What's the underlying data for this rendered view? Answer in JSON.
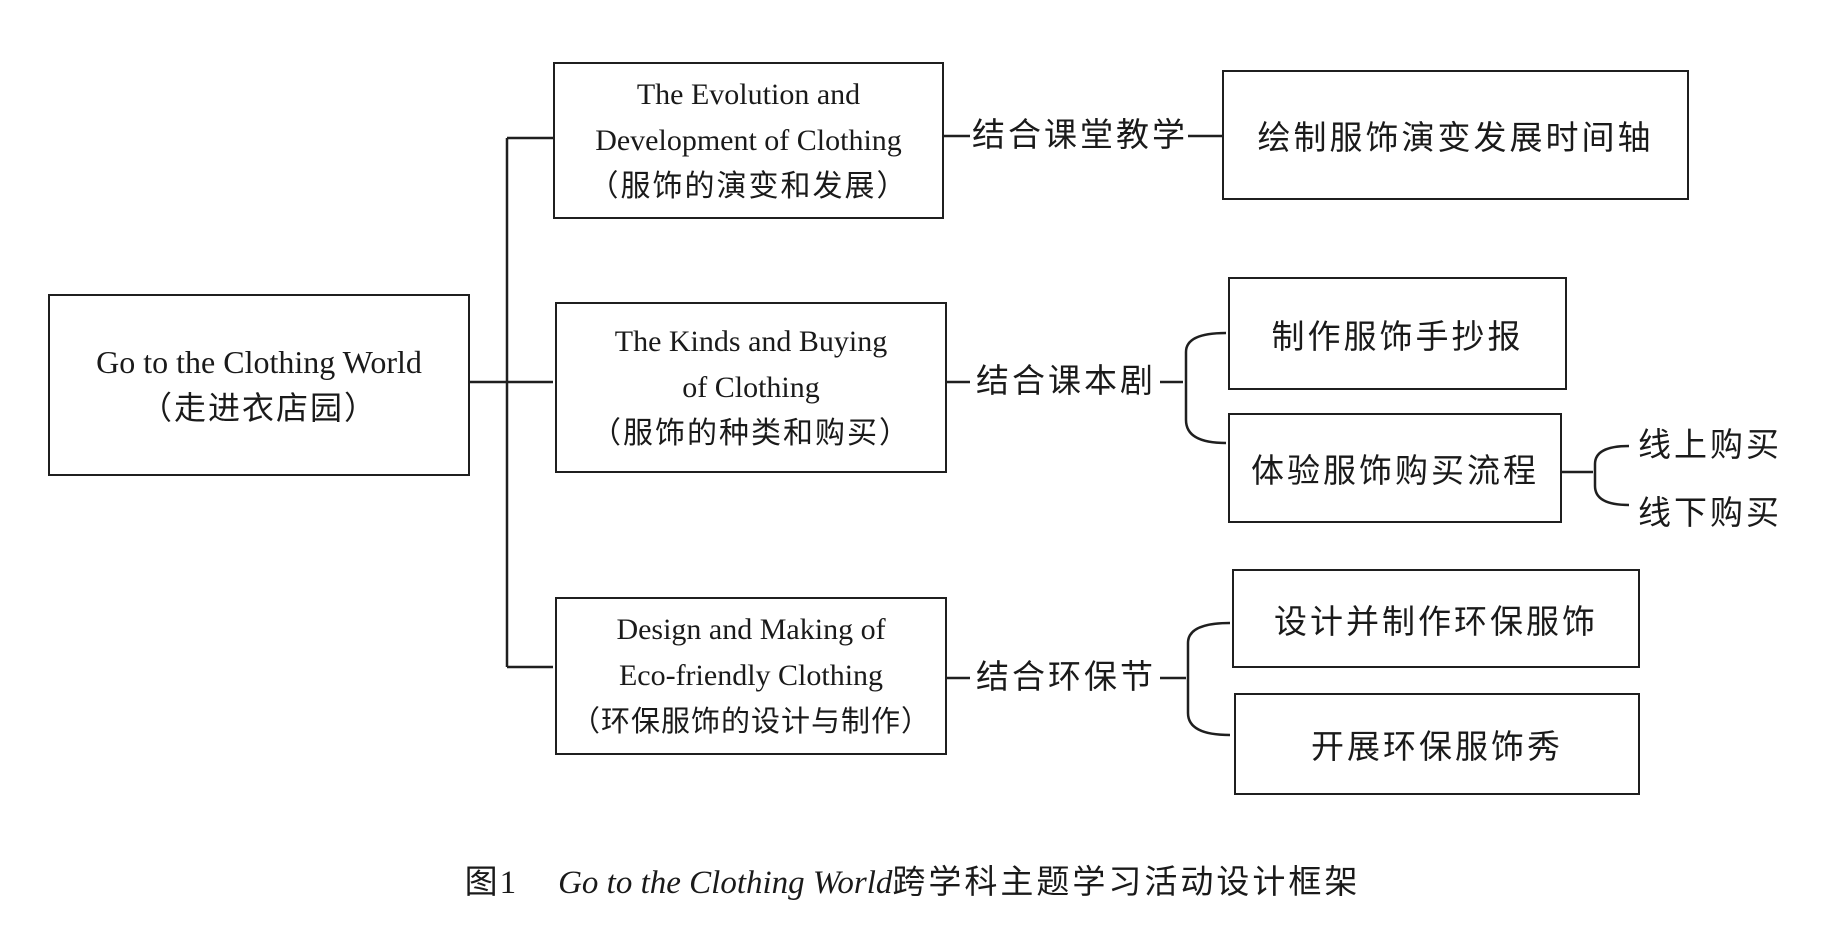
{
  "root": {
    "en": "Go to the Clothing World",
    "zh": "（走进衣店园）"
  },
  "branches": [
    {
      "en_line1": "The Evolution and",
      "en_line2": "Development of Clothing",
      "zh": "（服饰的演变和发展）",
      "connector": "结合课堂教学",
      "leaves": [
        "绘制服饰演变发展时间轴"
      ]
    },
    {
      "en_line1": "The Kinds and Buying",
      "en_line2": "of Clothing",
      "zh": "（服饰的种类和购买）",
      "connector": "结合课本剧",
      "leaves": [
        "制作服饰手抄报",
        "体验服饰购买流程"
      ],
      "sub_items": [
        "线上购买",
        "线下购买"
      ]
    },
    {
      "en_line1": "Design and Making of",
      "en_line2": "Eco-friendly Clothing",
      "zh": "（环保服饰的设计与制作）",
      "connector": "结合环保节",
      "leaves": [
        "设计并制作环保服饰",
        "开展环保服饰秀"
      ]
    }
  ],
  "caption": {
    "number": "图1",
    "title_italic": "Go to the Clothing World",
    "title_rest": "跨学科主题学习活动设计框架"
  }
}
